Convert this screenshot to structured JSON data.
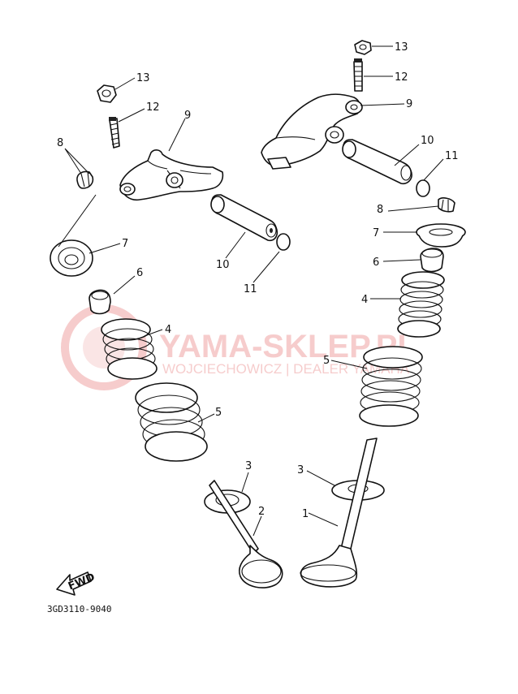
{
  "diagram_code": "3GD3110-9040",
  "fwd_label": "FWD",
  "watermark": {
    "brand": "YAMA-SKLEP.PL",
    "tagline": "WOJCIECHOWICZ | DEALER YAMAHA",
    "color": "#e04a4a"
  },
  "callouts": [
    {
      "id": "c13a",
      "text": "13"
    },
    {
      "id": "c12a",
      "text": "12"
    },
    {
      "id": "c9a",
      "text": "9"
    },
    {
      "id": "c8a",
      "text": "8"
    },
    {
      "id": "c7a",
      "text": "7"
    },
    {
      "id": "c10a",
      "text": "10"
    },
    {
      "id": "c11a",
      "text": "11"
    },
    {
      "id": "c6a",
      "text": "6"
    },
    {
      "id": "c4a",
      "text": "4"
    },
    {
      "id": "c5a",
      "text": "5"
    },
    {
      "id": "c3a",
      "text": "3"
    },
    {
      "id": "c2",
      "text": "2"
    },
    {
      "id": "c13b",
      "text": "13"
    },
    {
      "id": "c12b",
      "text": "12"
    },
    {
      "id": "c9b",
      "text": "9"
    },
    {
      "id": "c10b",
      "text": "10"
    },
    {
      "id": "c11b",
      "text": "11"
    },
    {
      "id": "c8b",
      "text": "8"
    },
    {
      "id": "c7b",
      "text": "7"
    },
    {
      "id": "c6b",
      "text": "6"
    },
    {
      "id": "c4b",
      "text": "4"
    },
    {
      "id": "c5b",
      "text": "5"
    },
    {
      "id": "c3b",
      "text": "3"
    },
    {
      "id": "c1",
      "text": "1"
    }
  ]
}
